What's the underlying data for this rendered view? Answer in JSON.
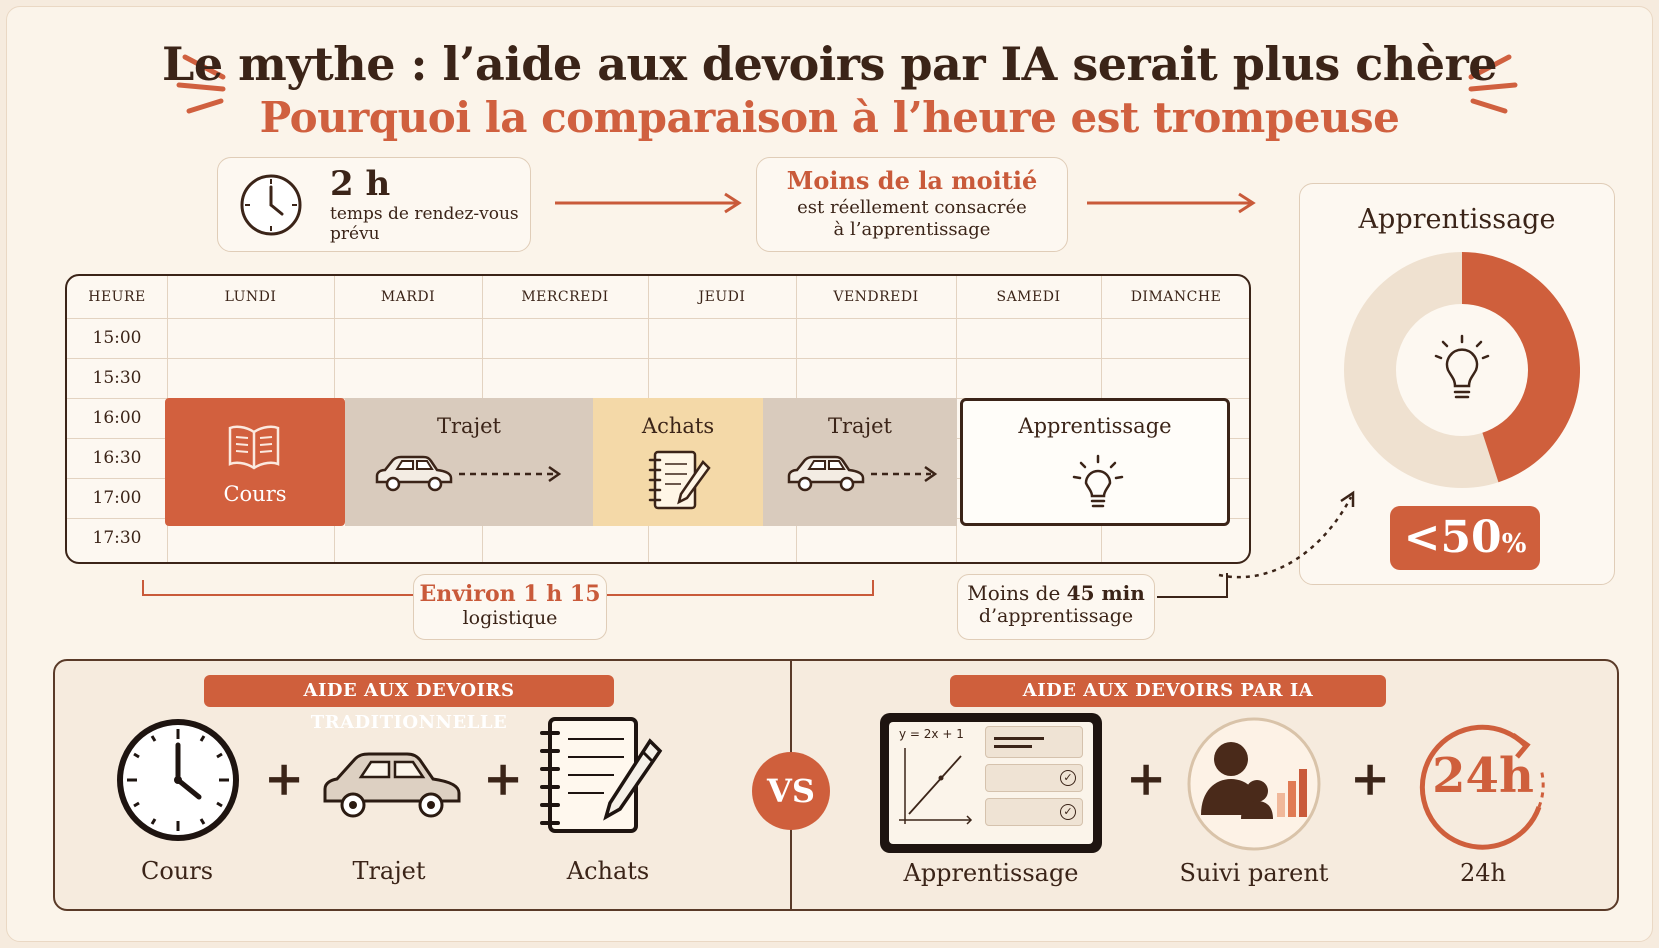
{
  "header": {
    "title": "Le mythe : l’aide aux devoirs par IA serait plus chère",
    "subtitle": "Pourquoi la comparaison à l’heure est trompeuse"
  },
  "top_flow": {
    "planned": {
      "value": "2 h",
      "text": "temps de rendez-vous prévu"
    },
    "half": {
      "title": "Moins de la moitié",
      "text1": "est réellement consacrée",
      "text2": "à l’apprentissage"
    },
    "result": {
      "title": "Apprentissage",
      "badge_main": "<50",
      "badge_unit": "%",
      "learning_fraction": 0.45
    }
  },
  "schedule": {
    "hour_header": "HEURE",
    "days": [
      "LUNDI",
      "MARDI",
      "MERCREDI",
      "JEUDI",
      "VENDREDI",
      "SAMEDI",
      "DIMANCHE"
    ],
    "hours": [
      "15:00",
      "15:30",
      "16:00",
      "16:30",
      "17:00",
      "17:30"
    ],
    "blocks": {
      "cours": "Cours",
      "trajet1": "Trajet",
      "achats": "Achats",
      "trajet2": "Trajet",
      "apprentissage": "Apprentissage"
    }
  },
  "annotations": {
    "logistics_value": "Environ 1 h 15",
    "logistics_text": "logistique",
    "learning_value_prefix": "Moins de ",
    "learning_value": "45 min",
    "learning_text": "d’apprentissage"
  },
  "comparison": {
    "traditional": {
      "banner": "AIDE AUX DEVOIRS TRADITIONNELLE",
      "items": [
        "Cours",
        "Trajet",
        "Achats"
      ]
    },
    "vs": "VS",
    "ai": {
      "banner": "AIDE AUX DEVOIRS PAR IA",
      "items": [
        "Apprentissage",
        "Suivi parent",
        "24h"
      ],
      "equation": "y = 2x + 1",
      "clock_text": "24h"
    }
  },
  "colors": {
    "accent": "#cf5f3c",
    "dark": "#3b2418",
    "cream": "#fbf4ea",
    "beige": "#d9cbbd",
    "yellow": "#f4d9a8"
  }
}
